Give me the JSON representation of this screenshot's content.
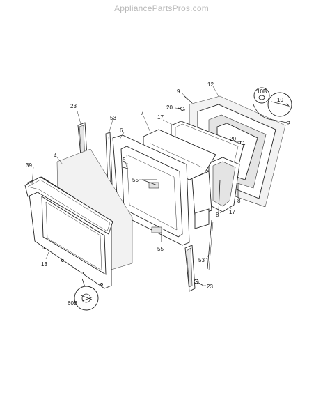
{
  "watermark": "AppliancePartsPros.com",
  "labels": {
    "l12": "12",
    "l9": "9",
    "l10b": "10B",
    "l10": "10",
    "l20a": "20",
    "l7": "7",
    "l17a": "17",
    "l20b": "20",
    "l23a": "23",
    "l53a": "53",
    "l6": "6",
    "l4": "4",
    "l39": "39",
    "l5": "5",
    "l55a": "55",
    "l8a": "8",
    "l8b": "8",
    "l17b": "17",
    "l55b": "55",
    "l13": "13",
    "l53b": "53",
    "l23b": "23",
    "l60b": "60B"
  }
}
